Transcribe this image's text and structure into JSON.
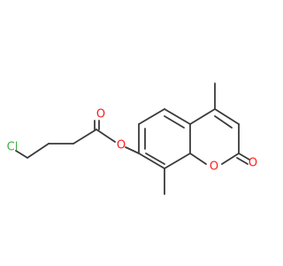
{
  "molecule": {
    "atoms": {
      "chlorine": "Cl",
      "ester_carbonyl_oxygen": "O",
      "ester_oxygen": "O",
      "ring_oxygen": "O",
      "lactone_carbonyl_oxygen": "O"
    },
    "colors": {
      "bond": "#3a3a3a",
      "chlorine": "#3fb13f",
      "oxygen": "#ff1a1a"
    }
  }
}
